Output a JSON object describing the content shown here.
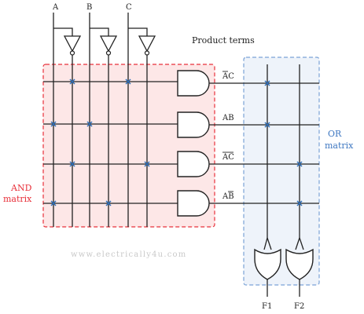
{
  "inputs": [
    "A",
    "B",
    "C"
  ],
  "outputs": [
    "F1",
    "F2"
  ],
  "header": {
    "product_terms": "Product terms"
  },
  "and_matrix": {
    "line1": "AND",
    "line2": "matrix",
    "border_color": "#e8303a",
    "fill_color": "#fde7e7"
  },
  "or_matrix": {
    "line1": "OR",
    "line2": "matrix",
    "border_color": "#7aa2d6",
    "fill_color": "#eef3fa"
  },
  "product_terms": [
    {
      "label": "AC",
      "bar": "A"
    },
    {
      "label": "AB",
      "bar": ""
    },
    {
      "label": "AC",
      "bar": "AC"
    },
    {
      "label": "AB",
      "bar": "B"
    }
  ],
  "watermark": "www.electrically4u.com",
  "colors": {
    "wire": "#222222",
    "connection": "#2f6fb8",
    "watermark": "#c9c9c9"
  }
}
